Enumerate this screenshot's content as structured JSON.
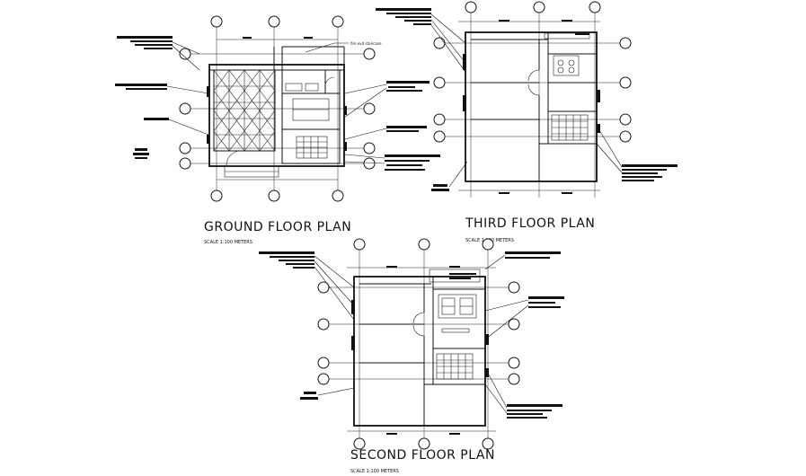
{
  "drawings": {
    "ground": {
      "title": "GROUND FLOOR PLAN",
      "scale": "SCALE 1:100 METERS",
      "note": "fire exit staircase"
    },
    "third": {
      "title": "THIRD FLOOR PLAN",
      "scale": "SCALE 1:100 METERS"
    },
    "second": {
      "title": "SECOND FLOOR PLAN",
      "scale": "SCALE 1:100 METERS"
    }
  }
}
